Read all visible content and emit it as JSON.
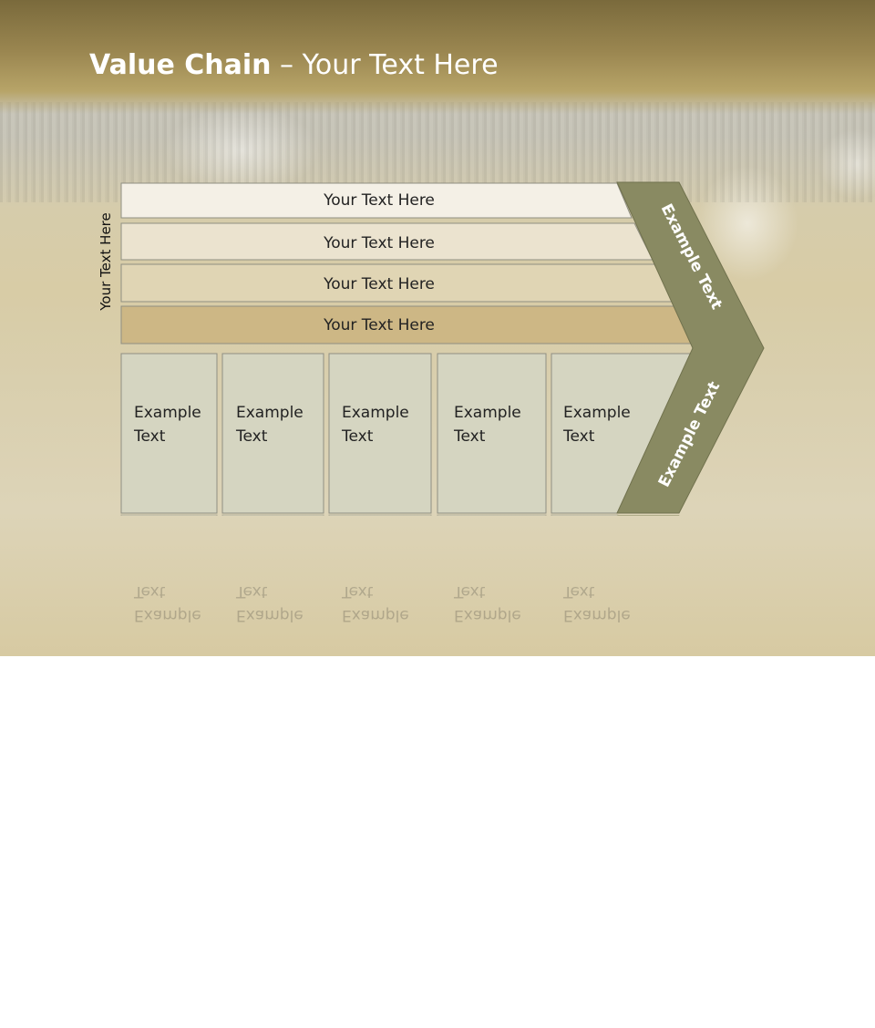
{
  "title": {
    "bold": "Value Chain",
    "rest": " – Your Text Here"
  },
  "side_label": "Your Text Here",
  "rows": [
    {
      "label": "Your Text Here",
      "fill": "#f4f0e6"
    },
    {
      "label": "Your Text Here",
      "fill": "#ebe3cf"
    },
    {
      "label": "Your Text Here",
      "fill": "#e0d5b4"
    },
    {
      "label": "Your Text Here",
      "fill": "#cdb785"
    }
  ],
  "columns": [
    {
      "line1": "Example",
      "line2": "Text"
    },
    {
      "line1": "Example",
      "line2": "Text"
    },
    {
      "line1": "Example",
      "line2": "Text"
    },
    {
      "line1": "Example",
      "line2": "Text"
    },
    {
      "line1": "Example",
      "line2": "Text"
    }
  ],
  "arrow": {
    "top_text": "Example Text",
    "bottom_text": "Example Text",
    "fill": "#898a62"
  },
  "colors": {
    "cell_fill": "#d5d5c1",
    "cell_stroke": "#8f8f82",
    "row_stroke": "#8f8f82"
  }
}
